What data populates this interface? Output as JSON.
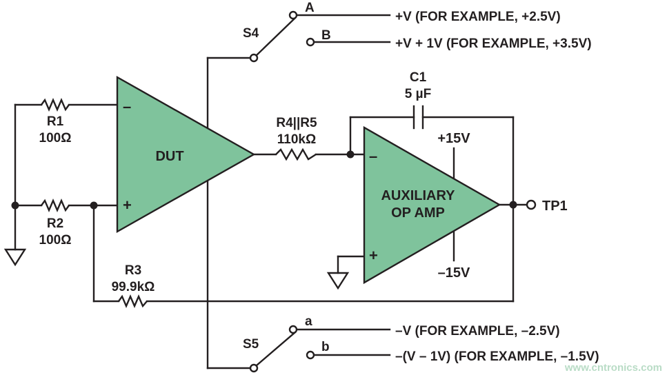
{
  "components": {
    "dut": {
      "label": "DUT",
      "inv": "–",
      "noninv": "+"
    },
    "aux_amp": {
      "label_line1": "AUXILIARY",
      "label_line2": "OP AMP",
      "inv": "–",
      "noninv": "+",
      "vpos": "+15V",
      "vneg": "–15V"
    },
    "r1": {
      "name": "R1",
      "value": "100Ω"
    },
    "r2": {
      "name": "R2",
      "value": "100Ω"
    },
    "r3": {
      "name": "R3",
      "value": "99.9kΩ"
    },
    "r45": {
      "name": "R4||R5",
      "value": "110kΩ"
    },
    "c1": {
      "name": "C1",
      "value": "5 µF"
    },
    "tp1": {
      "name": "TP1"
    },
    "s4": {
      "name": "S4",
      "pos_a": "A",
      "pos_b": "B",
      "rail_a": "+V (FOR EXAMPLE, +2.5V)",
      "rail_b": "+V + 1V (FOR EXAMPLE, +3.5V)"
    },
    "s5": {
      "name": "S5",
      "pos_a": "a",
      "pos_b": "b",
      "rail_a": "–V (FOR EXAMPLE, –2.5V)",
      "rail_b": "–(V – 1V) (FOR EXAMPLE, –1.5V)"
    }
  },
  "watermark": "www.cntronics.com",
  "colors": {
    "amp_fill": "#7fc39c",
    "ink": "#231f20"
  },
  "icons": [
    "ground-symbol",
    "resistor-symbol",
    "capacitor-symbol",
    "op-amp-triangle",
    "switch-symbol"
  ]
}
